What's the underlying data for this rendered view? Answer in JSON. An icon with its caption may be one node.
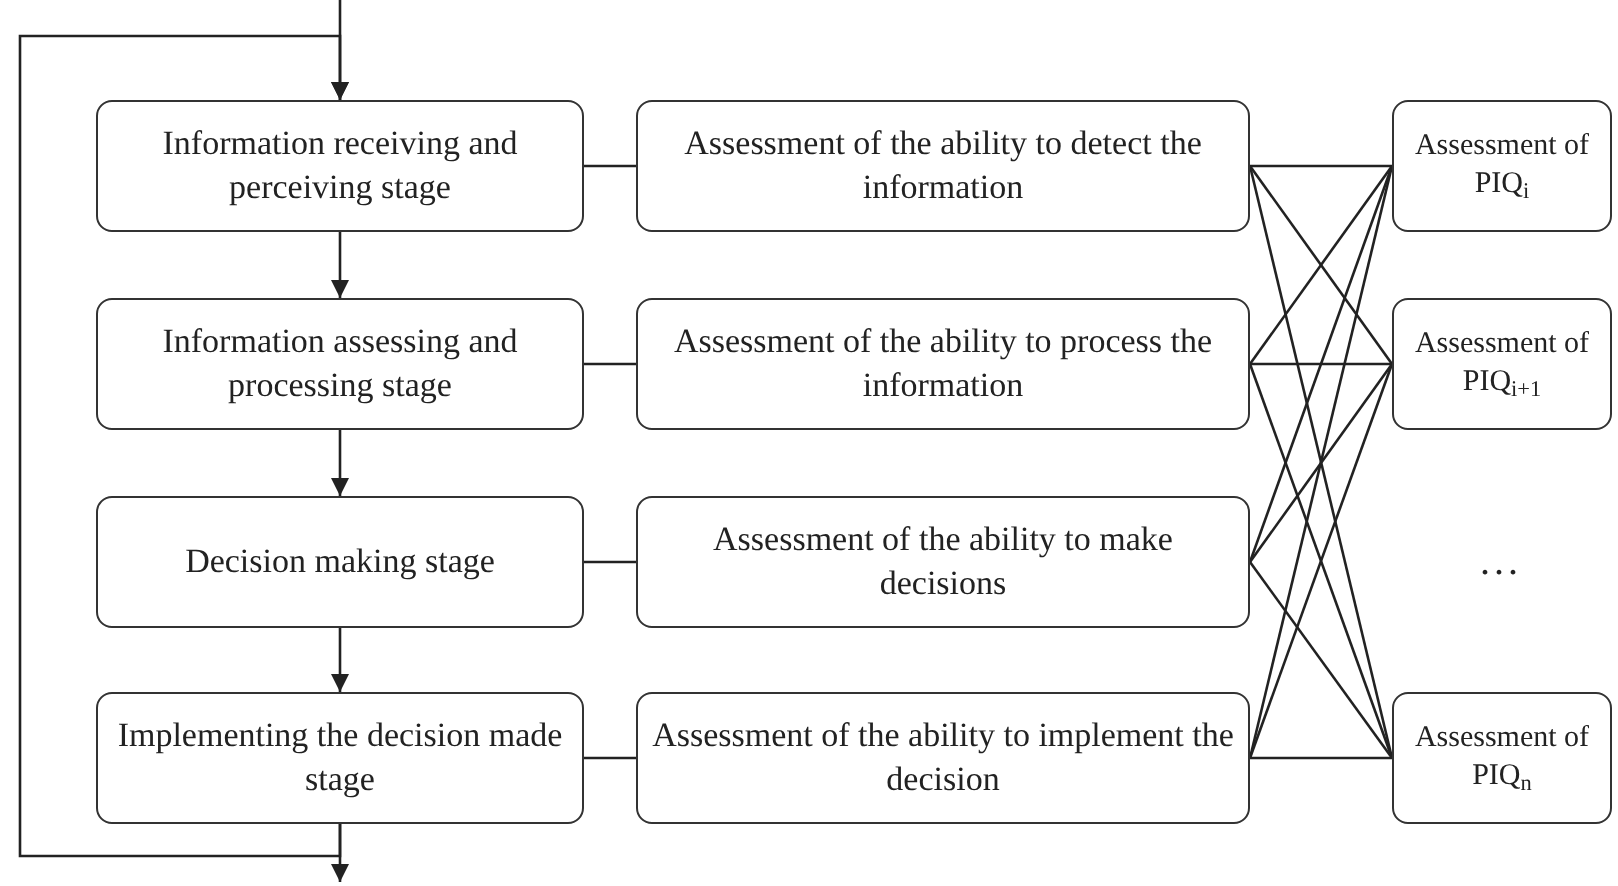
{
  "diagram": {
    "nodes": [
      {
        "text": [
          "Information receiving and perceiving stage"
        ]
      },
      {
        "text": [
          "Information assessing and processing stage"
        ]
      },
      {
        "text": [
          "Decision making stage"
        ]
      },
      {
        "text": [
          "Implementing the decision made stage"
        ]
      },
      {
        "text": [
          "Assessment of the ability to detect the information"
        ]
      },
      {
        "text": [
          "Assessment of the ability to process the information"
        ]
      },
      {
        "text": [
          "Assessment of the ability to make decisions"
        ]
      },
      {
        "text": [
          "Assessment of the ability to implement the decision"
        ]
      },
      {
        "text": [
          "Assessment of PIQ$_{i}$"
        ]
      },
      {
        "text": [
          "Assessment of PIQ$_{i+1}$"
        ]
      },
      {
        "text": [
          "Assessment of PIQ$_{n}$"
        ]
      }
    ],
    "edges": [
      {
        "from": null,
        "to": 0,
        "arrow": "to"
      },
      {
        "from": 0,
        "to": 1,
        "arrow": "to"
      },
      {
        "from": 1,
        "to": 2,
        "arrow": "to"
      },
      {
        "from": 2,
        "to": 3,
        "arrow": "to"
      },
      {
        "from": 3,
        "to": null,
        "arrow": "to"
      },
      {
        "from": 3,
        "to": 0,
        "arrow": "to"
      },
      {
        "from": 0,
        "to": 4,
        "arrow": "none"
      },
      {
        "from": 1,
        "to": 5,
        "arrow": "none"
      },
      {
        "from": 2,
        "to": 6,
        "arrow": "none"
      },
      {
        "from": 3,
        "to": 7,
        "arrow": "none"
      },
      {
        "from": 4,
        "to": 8,
        "arrow": "none"
      },
      {
        "from": 4,
        "to": 9,
        "arrow": "none"
      },
      {
        "from": 4,
        "to": 10,
        "arrow": "none"
      },
      {
        "from": 5,
        "to": 8,
        "arrow": "none"
      },
      {
        "from": 5,
        "to": 9,
        "arrow": "none"
      },
      {
        "from": 5,
        "to": 10,
        "arrow": "none"
      },
      {
        "from": 6,
        "to": 8,
        "arrow": "none"
      },
      {
        "from": 6,
        "to": 9,
        "arrow": "none"
      },
      {
        "from": 6,
        "to": 10,
        "arrow": "none"
      },
      {
        "from": 7,
        "to": 8,
        "arrow": "none"
      },
      {
        "from": 7,
        "to": 9,
        "arrow": "none"
      },
      {
        "from": 7,
        "to": 10,
        "arrow": "none"
      }
    ],
    "labels": [
      "..."
    ]
  }
}
